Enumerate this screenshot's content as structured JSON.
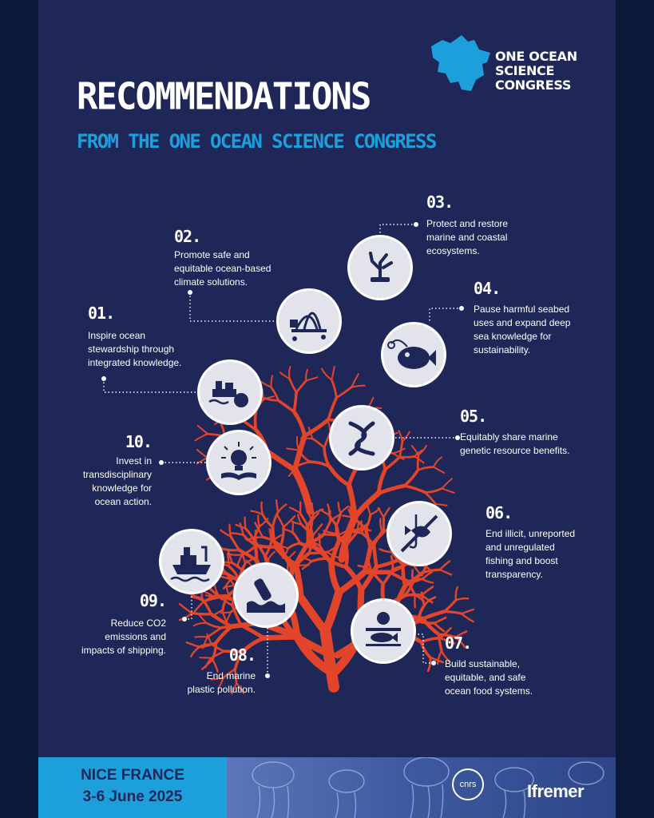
{
  "header": {
    "title": "RECOMMENDATIONS",
    "subtitle": "FROM THE ONE OCEAN SCIENCE CONGRESS"
  },
  "logo": {
    "line1": "ONE OCEAN",
    "line2": "SCIENCE",
    "line3": "CONGRESS",
    "icon": "ocean-map-icon",
    "color": "#1d9fdc"
  },
  "recommendations": [
    {
      "number": "01.",
      "text_lines": [
        "Inspire ocean",
        "stewardship through",
        "integrated knowledge."
      ],
      "icon": "ship-cargo-clock-icon"
    },
    {
      "number": "02.",
      "text_lines": [
        "Promote safe and",
        "equitable ocean-based",
        "climate solutions."
      ],
      "icon": "offshore-wind-icon"
    },
    {
      "number": "03.",
      "text_lines": [
        "Protect and restore",
        "marine and coastal",
        "ecosystems."
      ],
      "icon": "coral-icon"
    },
    {
      "number": "04.",
      "text_lines": [
        "Pause harmful seabed",
        "uses and expand deep",
        "sea knowledge for",
        "sustainability."
      ],
      "icon": "anglerfish-icon"
    },
    {
      "number": "05.",
      "text_lines": [
        "Equitably share marine",
        "genetic resource benefits."
      ],
      "icon": "dna-icon"
    },
    {
      "number": "06.",
      "text_lines": [
        "End illicit, unreported",
        "and unregulated",
        "fishing and boost",
        "transparency."
      ],
      "icon": "no-fishing-icon"
    },
    {
      "number": "07.",
      "text_lines": [
        "Build sustainable,",
        "equitable, and safe",
        "ocean food systems."
      ],
      "icon": "fish-plate-icon"
    },
    {
      "number": "08.",
      "text_lines": [
        "End marine",
        "plastic pollution."
      ],
      "icon": "bottle-waves-icon"
    },
    {
      "number": "09.",
      "text_lines": [
        "Reduce CO2",
        "emissions and",
        "impacts of shipping."
      ],
      "icon": "ship-icon"
    },
    {
      "number": "10.",
      "text_lines": [
        "Invest in",
        "transdisciplinary",
        "knowledge for",
        "ocean action."
      ],
      "icon": "lightbulb-book-icon"
    }
  ],
  "footer": {
    "location": "NICE FRANCE",
    "dates": "3-6 June 2025",
    "partner1": "cnrs",
    "partner2": "Ifremer"
  },
  "colors": {
    "background": "#1e2757",
    "accent": "#1d9fdc",
    "coral": "#e2452a",
    "circle": "#e3e3ec"
  }
}
